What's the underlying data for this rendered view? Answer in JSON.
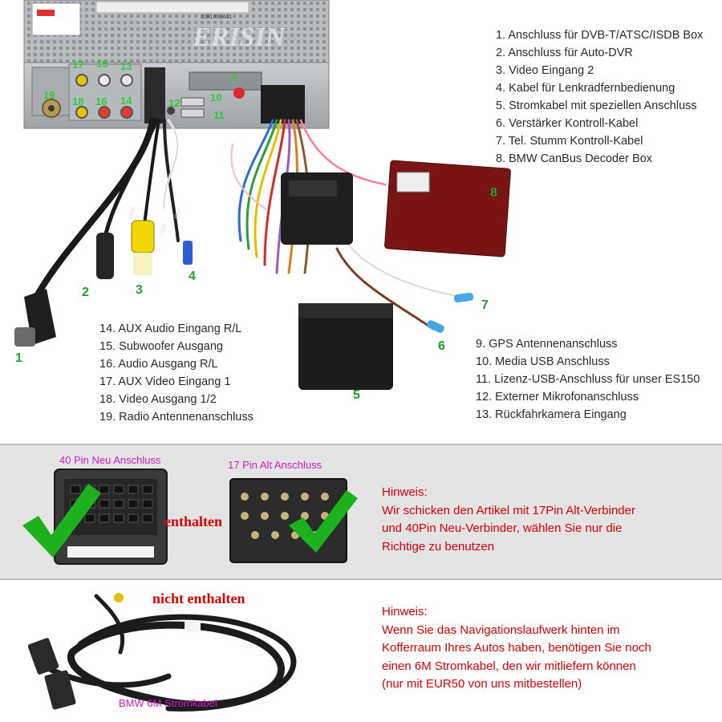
{
  "top": {
    "brand": "ERISIN",
    "label_small": "JJE1406A11",
    "connector_numbers": [
      "17",
      "15",
      "13",
      "19",
      "18",
      "16",
      "14",
      "12",
      "10",
      "9",
      "11"
    ],
    "callouts": [
      "1",
      "2",
      "3",
      "4",
      "5",
      "6",
      "7",
      "8"
    ],
    "cable_labels": [
      "DVR",
      "GND",
      "OUT"
    ],
    "list_right": [
      "1. Anschluss für DVB-T/ATSC/ISDB Box",
      "2. Anschluss für Auto-DVR",
      "3. Video Eingang 2",
      "4. Kabel für Lenkradfernbedienung",
      "5. Stromkabel mit speziellen Anschluss",
      "6. Verstärker Kontroll-Kabel",
      "7. Tel. Stumm Kontroll-Kabel",
      "8. BMW CanBus Decoder Box"
    ],
    "list_left": [
      "14. AUX Audio Eingang R/L",
      "15. Subwoofer Ausgang",
      "16. Audio Ausgang R/L",
      "17. AUX Video Eingang 1",
      "18. Video Ausgang 1/2",
      "19. Radio Antennenanschluss"
    ],
    "list_bottom_right": [
      "9. GPS Antennenanschluss",
      "10. Media USB Anschluss",
      "11. Lizenz-USB-Anschluss für unser ES150",
      "12. Externer Mikrofonanschluss",
      "13. Rückfahrkamera Eingang"
    ]
  },
  "middle": {
    "label_40pin": "40 Pin Neu Anschluss",
    "label_17pin": "17 Pin Alt Anschluss",
    "enthalten": "enthalten",
    "note_lines": [
      "Hinweis:",
      "Wir schicken den Artikel mit 17Pin Alt-Verbinder",
      "und 40Pin Neu-Verbinder, wählen Sie nur die",
      "Richtige zu benutzen"
    ]
  },
  "bottom": {
    "nicht_enthalten": "nicht enthalten",
    "cable_label": "BMW 6M Stromkabel",
    "note_lines": [
      "Hinweis:",
      "Wenn Sie das Navigationslaufwerk hinten im",
      "Kofferraum Ihres Autos haben, benötigen Sie noch",
      "einen 6M Stromkabel, den wir mitliefern können",
      "(nur mit EUR50 von uns mitbestellen)"
    ]
  },
  "colors": {
    "green_label": "#22a12a",
    "connector_label": "#2ecc2e",
    "note_red": "#e00000",
    "pin_label_magenta": "#d11ac7",
    "checkmark": "#1db21d"
  },
  "icons": [
    "checkmark-icon"
  ]
}
